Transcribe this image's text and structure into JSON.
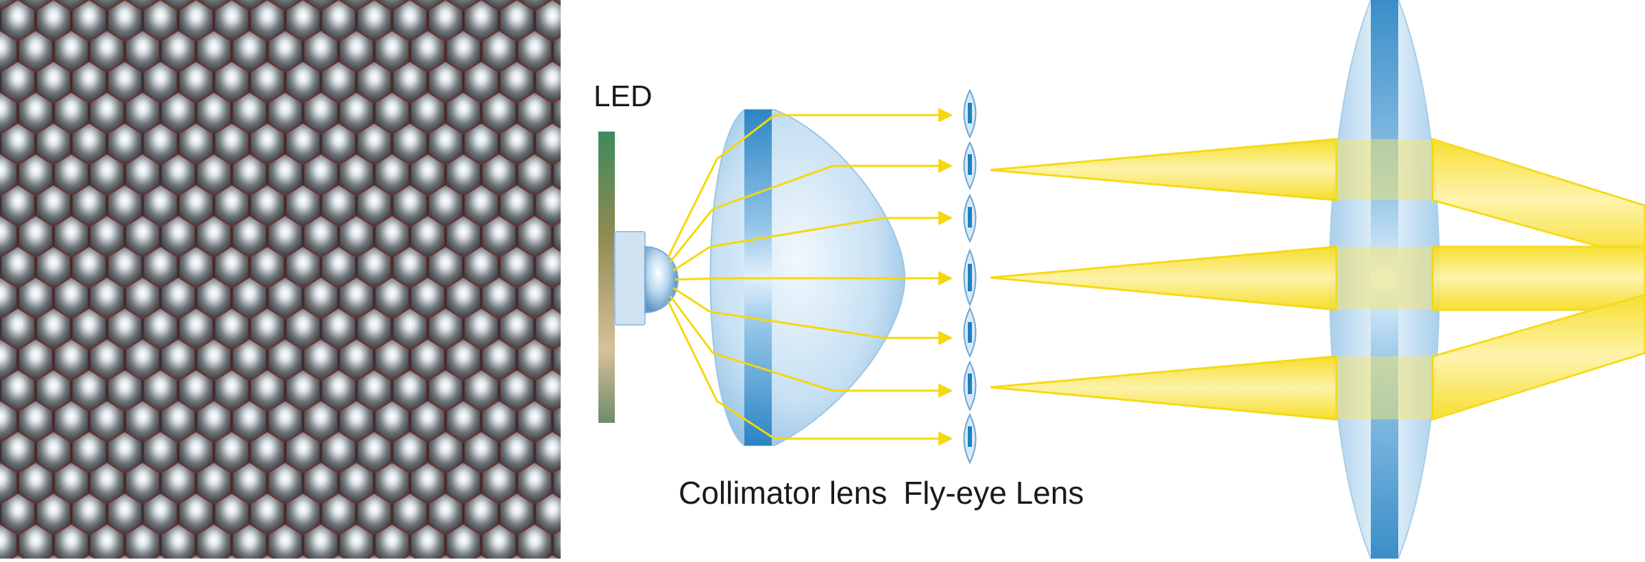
{
  "labels": {
    "led": "LED",
    "collimator": "Collimator lens",
    "flyeye": "Fly-eye Lens"
  },
  "colors": {
    "ray": "#f5d80a",
    "beam": "#fbe65a",
    "lens_glass": "#cfe6f6",
    "lens_core": "#1e7fc2",
    "led_strip_top": "#3f8a5c",
    "led_strip_bottom": "#6a9a6a",
    "hex_dark": "#3a3d40",
    "hex_light": "#eef2f4"
  },
  "icons": {
    "led": "led-emitter-icon",
    "arrow": "arrowhead-icon"
  }
}
